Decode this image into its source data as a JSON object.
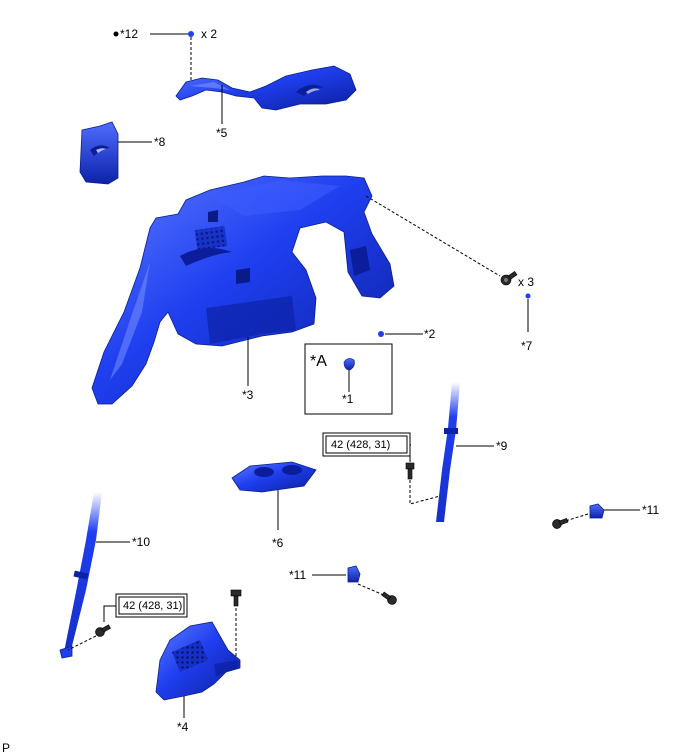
{
  "colors": {
    "part_fill": "#1f3ff0",
    "part_light": "#5f7cff",
    "part_dark": "#0b1d9a",
    "line": "#000000"
  },
  "labels": {
    "p1": "*1",
    "p2": "*2",
    "p3": "*3",
    "p4": "*4",
    "p5": "*5",
    "p6": "*6",
    "p7": "*7",
    "p8": "*8",
    "p9": "*9",
    "p10": "*10",
    "p11a": "*11",
    "p11b": "*11",
    "p12": "*12",
    "detail_a": "*A"
  },
  "quantities": {
    "q12": "x 2",
    "q7": "x 3"
  },
  "torques": {
    "t9": "42 (428, 31)",
    "t10": "42 (428, 31)"
  },
  "corner_code": "P"
}
